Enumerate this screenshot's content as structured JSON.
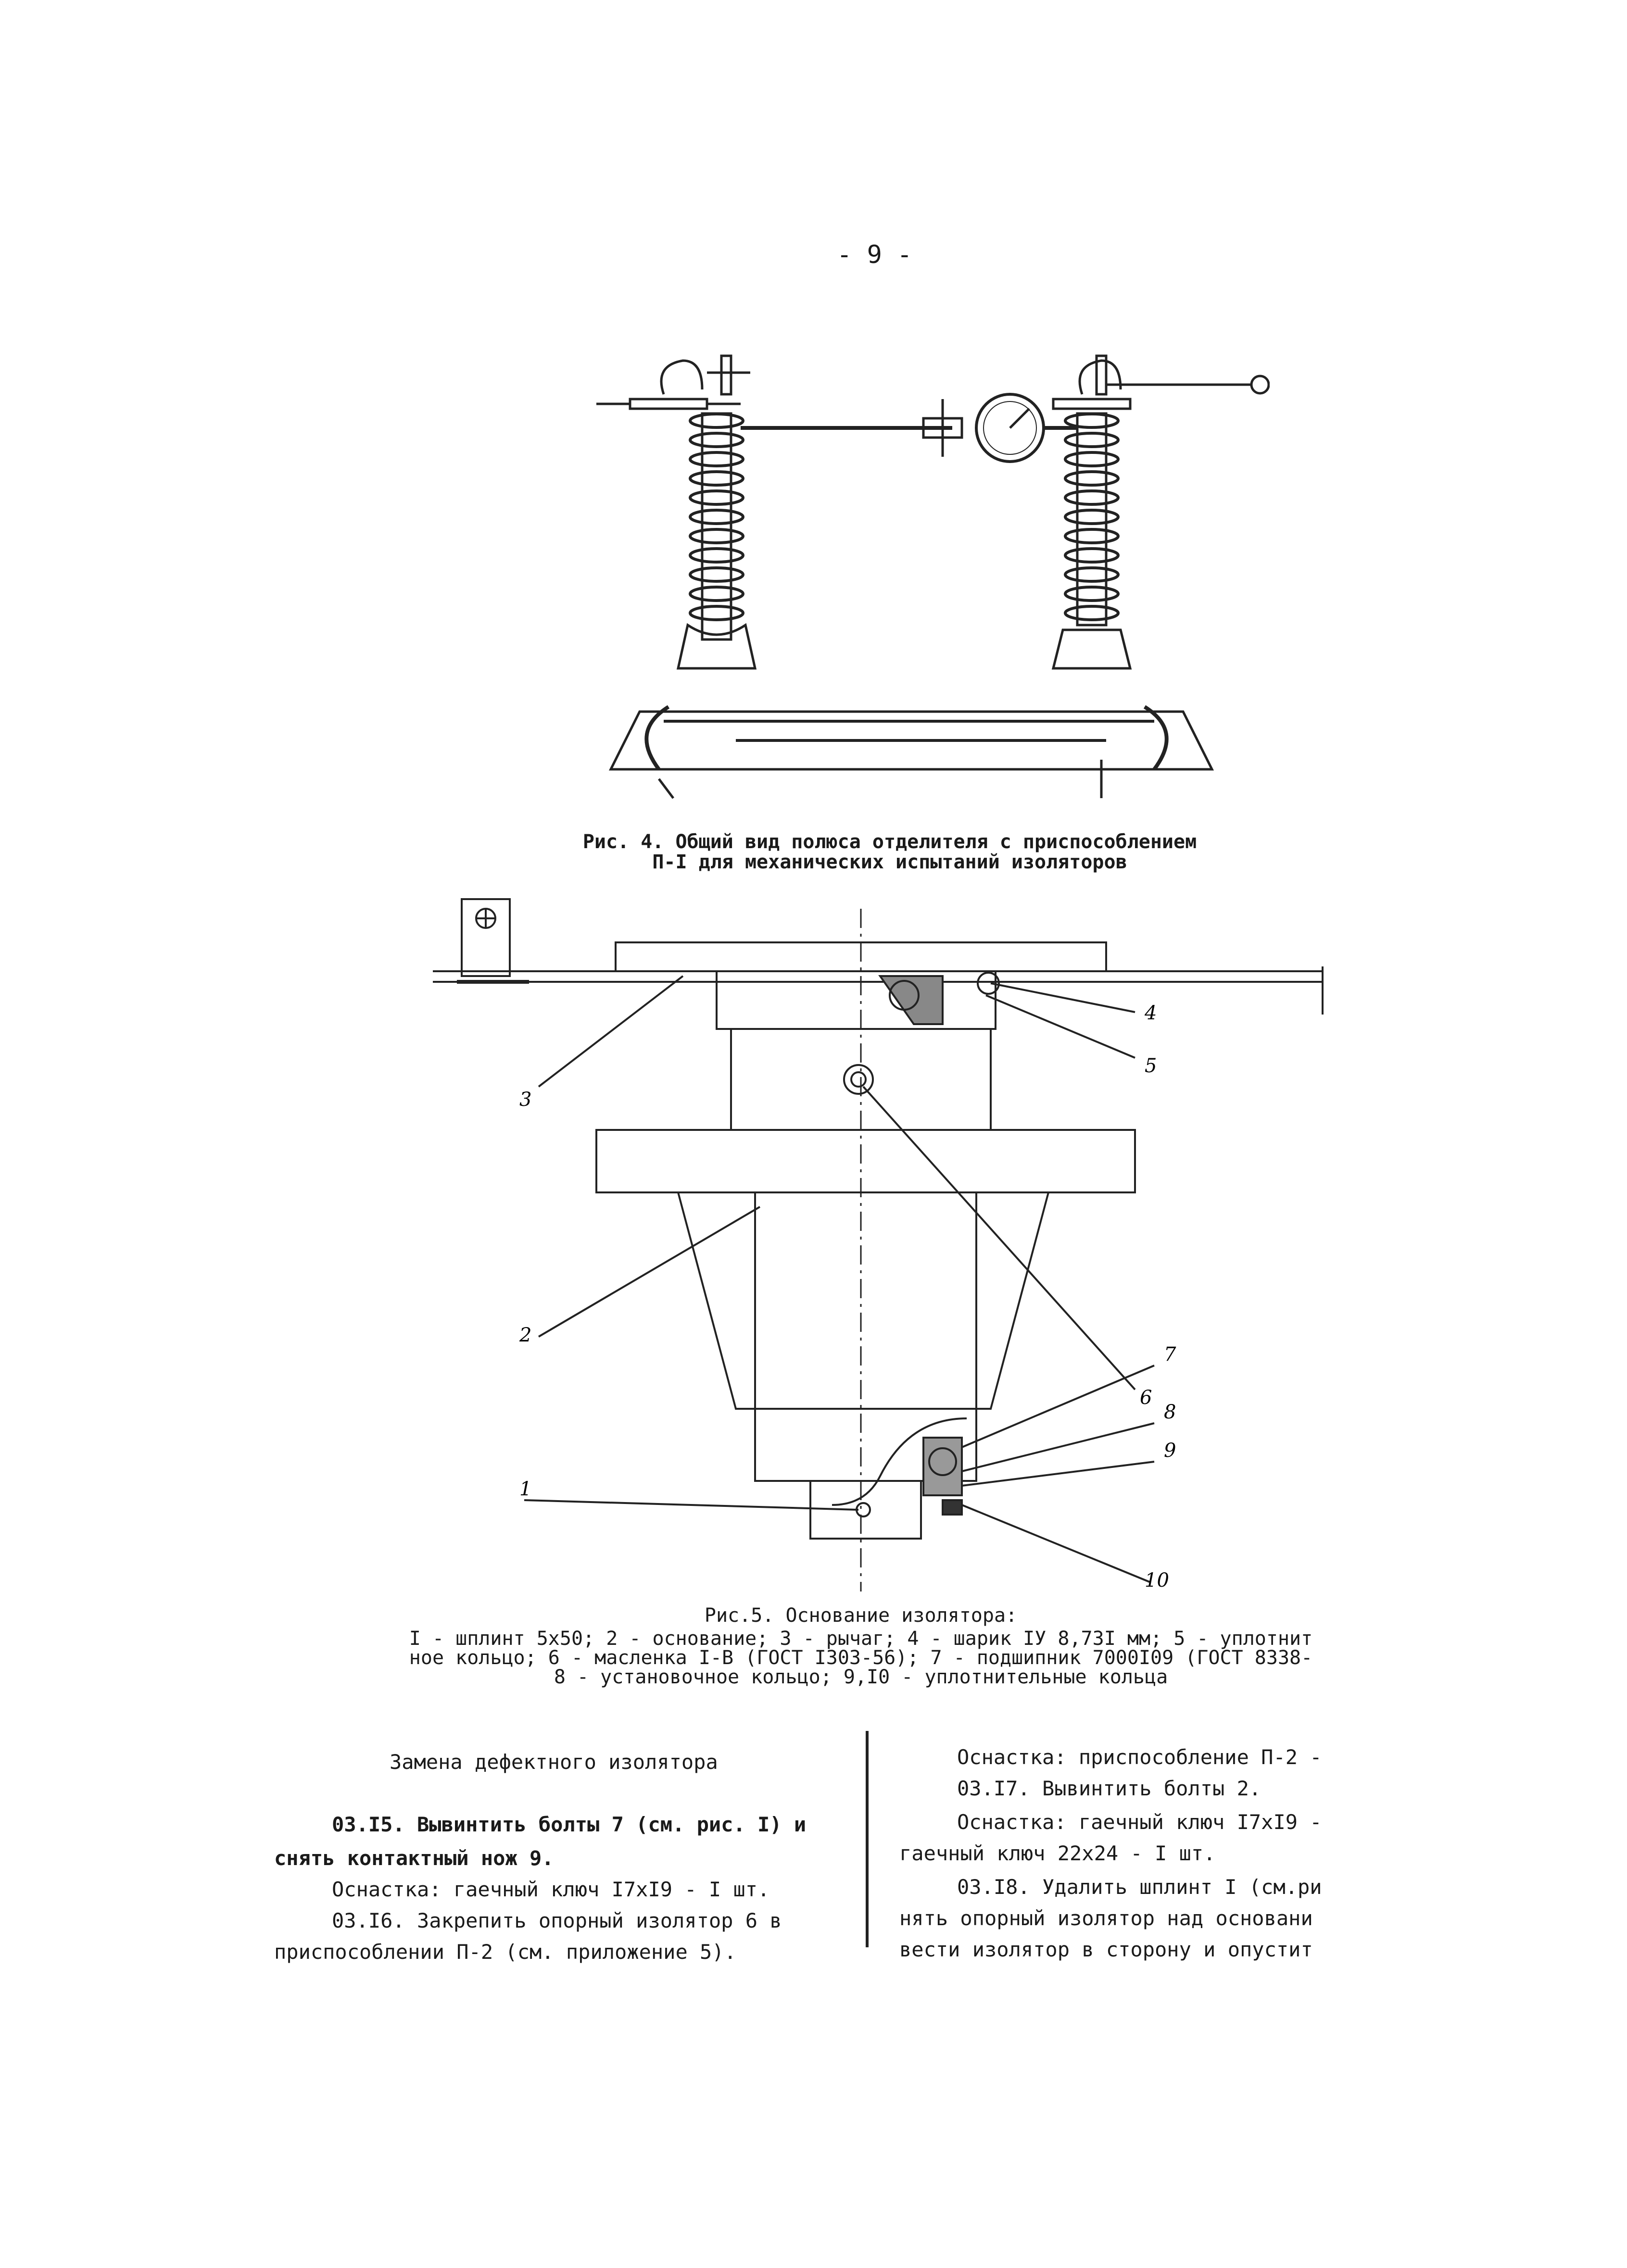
{
  "page_number": "- 9 -",
  "figure4": {
    "caption_line1": "Рис. 4. Общий вид полюса отделителя с приспособлением",
    "caption_line2": "П-I для механических испытаний изоляторов"
  },
  "figure5": {
    "title": "Рис.5. Основание изолятора:",
    "legend_line1": "I - шплинт 5x50; 2 - основание; 3 - рычаг; 4 - шарик IУ 8,73I мм; 5 - уплотнит",
    "legend_line2": "ное кольцо; 6 - масленка I-В (ГОСТ I303-56); 7 - подшипник 7000I09 (ГОСТ 8338-",
    "legend_line3": "8 - установочное кольцо; 9,I0 - уплотнительные кольца",
    "labels": [
      "1",
      "2",
      "3",
      "4",
      "5",
      "6",
      "7",
      "8",
      "9",
      "10"
    ]
  },
  "left_column": {
    "heading": "Замена дефектного изолятора",
    "p1_line1": "03.I5. Вывинтить болты 7 (см. рис. I) и",
    "p1_line2": "снять контактный нож 9.",
    "p2": "Оснастка: гаечный ключ I7xI9 - I шт.",
    "p3_line1": "03.I6. Закрепить опорный изолятор 6 в",
    "p3_line2": "приспособлении П-2 (см. приложение 5)."
  },
  "right_column": {
    "l1": "Оснастка: приспособление П-2 -",
    "l2": "03.I7. Вывинтить болты 2.",
    "l3": "Оснастка: гаечный ключ I7xI9 -",
    "l4": "гаечный ключ 22x24 - I шт.",
    "l5": "03.I8. Удалить шплинт I (см.ри",
    "l6": "нять опорный изолятор над основани",
    "l7": "вести изолятор в сторону и опустит"
  }
}
